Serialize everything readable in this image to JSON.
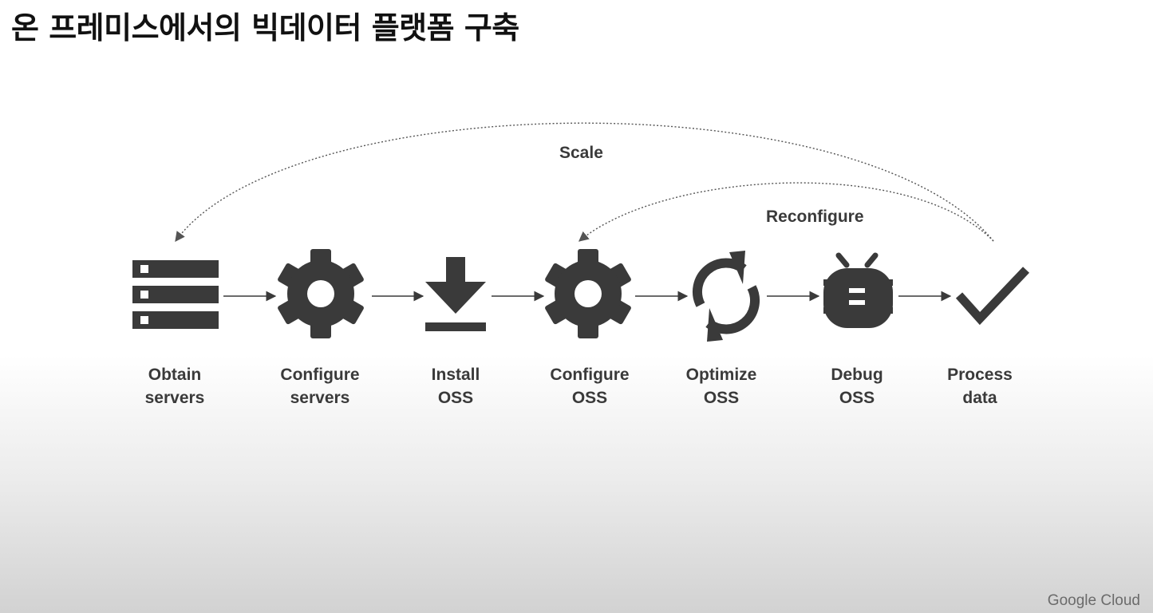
{
  "title": "온 프레미스에서의 빅데이터 플랫폼 구축",
  "loops": {
    "scale": "Scale",
    "reconfigure": "Reconfigure"
  },
  "steps": [
    {
      "icon": "server-stack-icon",
      "line1": "Obtain",
      "line2": "servers"
    },
    {
      "icon": "gear-icon",
      "line1": "Configure",
      "line2": "servers"
    },
    {
      "icon": "download-icon",
      "line1": "Install",
      "line2": "OSS"
    },
    {
      "icon": "gear-icon",
      "line1": "Configure",
      "line2": "OSS"
    },
    {
      "icon": "sync-icon",
      "line1": "Optimize",
      "line2": "OSS"
    },
    {
      "icon": "bug-icon",
      "line1": "Debug",
      "line2": "OSS"
    },
    {
      "icon": "checkmark-icon",
      "line1": "Process",
      "line2": "data"
    }
  ],
  "colors": {
    "icon": "#3a3a3a",
    "text": "#3a3a3a",
    "title": "#111111"
  },
  "footer": {
    "brand": "Google Cloud"
  }
}
